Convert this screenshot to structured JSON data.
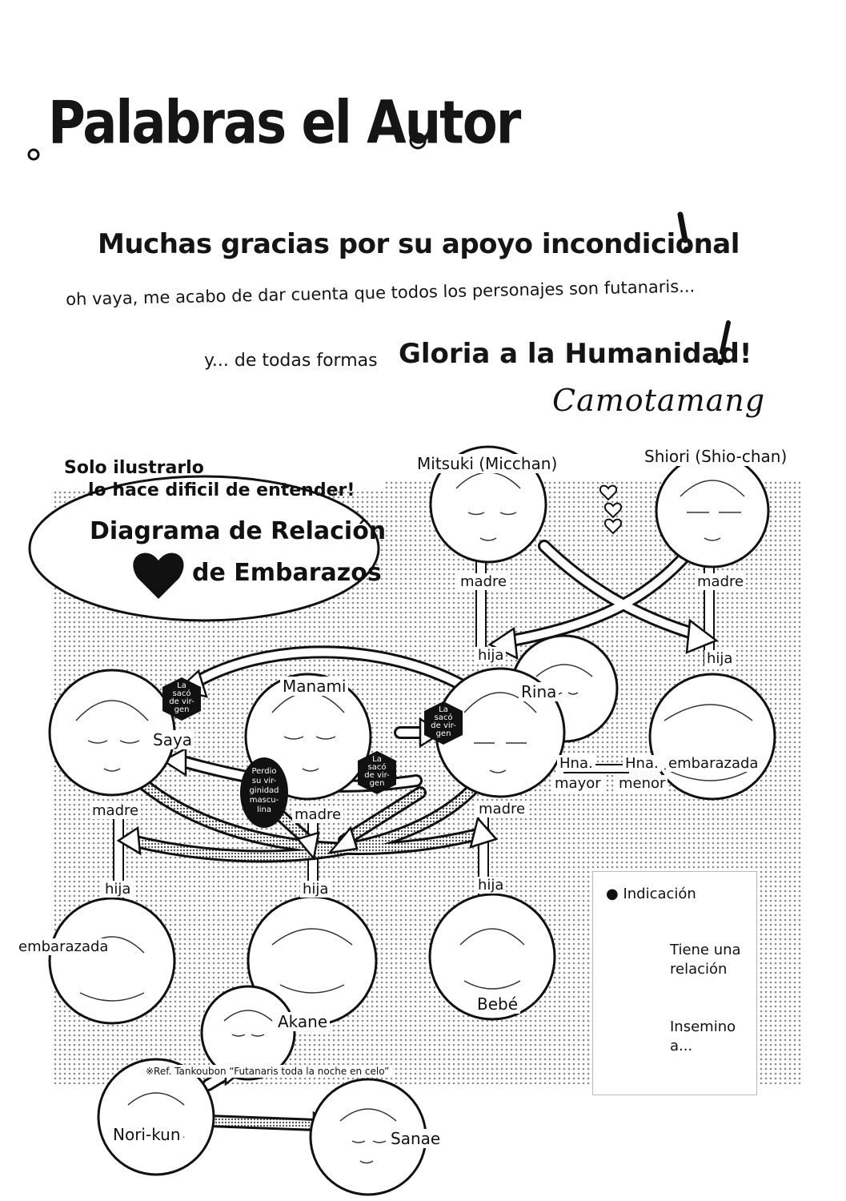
{
  "header": {
    "title": "Palabras el Autor",
    "thanks": "Muchas gracias por su apoyo incondicional",
    "line2": "oh vaya, me acabo de dar cuenta que todos los personajes son futanaris...",
    "line3_prefix": "y... de todas formas",
    "line3_emphasis": "Gloria a la Humanidad!",
    "signature": "Camotamang"
  },
  "diagram": {
    "bubble_line1": "Solo ilustrarlo",
    "bubble_line2": "lo hace dificil de entender!",
    "title_line1": "Diagrama de Relación",
    "title_line2": "de Embarazos",
    "characters": {
      "mitsuki": "Mitsuki (Micchan)",
      "shiori": "Shiori (Shio-chan)",
      "manami": "Manami",
      "rina": "Rina",
      "saya": "Saya",
      "akane": "Akane",
      "bebe": "Bebé",
      "nori": "Nori-kun",
      "sanae": "Sanae"
    },
    "labels": {
      "madre": "madre",
      "hija": "hija",
      "embarazada": "embarazada",
      "hna_mayor_1": "Hna.",
      "hna_mayor_2": "mayor",
      "hna_menor_1": "Hna.",
      "hna_menor_2": "menor"
    },
    "badges": {
      "virgen_1": "La",
      "virgen_2": "sacó",
      "virgen_3": "de vir-",
      "virgen_4": "gen",
      "perdio_1": "Perdio",
      "perdio_2": "su vir-",
      "perdio_3": "ginidad",
      "perdio_4": "mascu-",
      "perdio_5": "lina"
    },
    "ref_note": "※Ref. Tankoubon “Futanaris toda la noche en celo”"
  },
  "legend": {
    "title": "Indicación",
    "relation_1": "Tiene una",
    "relation_2": "relación",
    "insem_1": "Insemino",
    "insem_2": "a..."
  },
  "colors": {
    "ink": "#111111",
    "screentone": "#9a9a9a",
    "paper": "#ffffff"
  }
}
